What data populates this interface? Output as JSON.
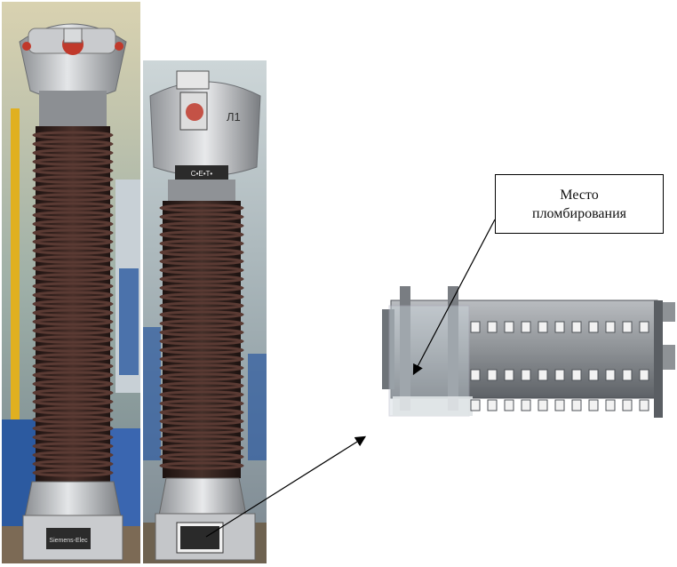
{
  "photo_left": {
    "nameplate_text": "Siemens-Elec"
  },
  "photo_mid": {
    "phase_label": "Л1",
    "plate_text": "С•Е•Т•"
  },
  "callout": {
    "line1": "Место",
    "line2": "пломбирования"
  },
  "colors": {
    "insulator": "#3a2622",
    "insulator_ring": "#5a3a33",
    "metal": "#bdbfc2",
    "accent_red": "#c0392b",
    "factory_blue": "#2c5aa0",
    "factory_yellow": "#e0b020",
    "block_grey": "#8e9296",
    "block_dark": "#4f5358"
  }
}
